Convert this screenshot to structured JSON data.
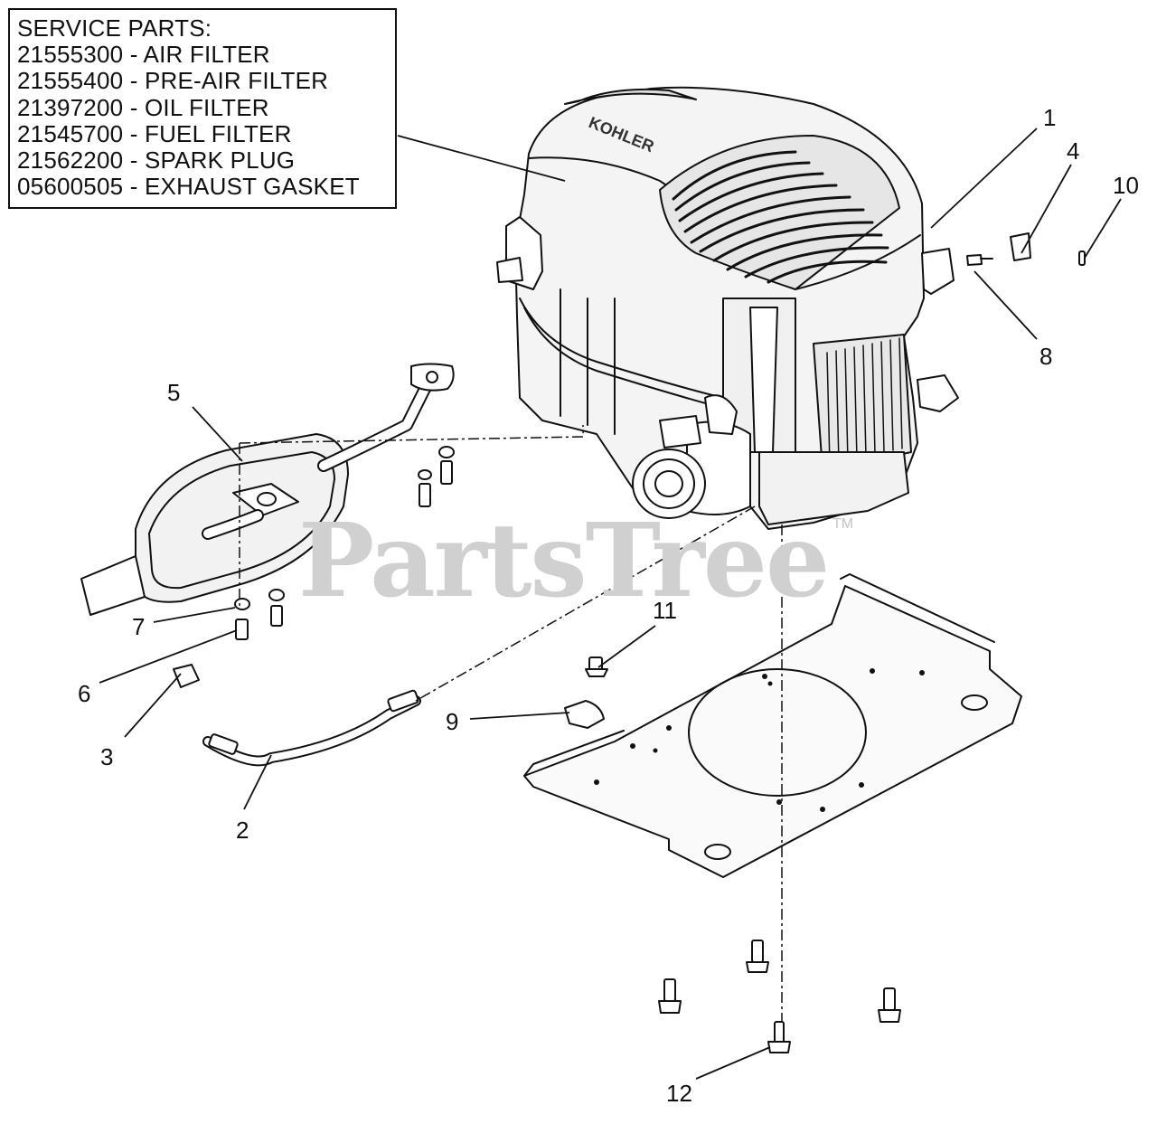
{
  "service_parts": {
    "heading": "SERVICE PARTS:",
    "items": [
      "21555300 - AIR FILTER",
      "21555400 - PRE-AIR FILTER",
      "21397200 - OIL FILTER",
      "21545700 - FUEL FILTER",
      "21562200 - SPARK PLUG",
      "05600505 - EXHAUST GASKET"
    ]
  },
  "callouts": [
    "1",
    "2",
    "3",
    "4",
    "5",
    "6",
    "7",
    "8",
    "9",
    "10",
    "11",
    "12"
  ],
  "watermark": {
    "text": "PartsTree",
    "tm": "TM"
  },
  "brand_text": "KOHLER"
}
